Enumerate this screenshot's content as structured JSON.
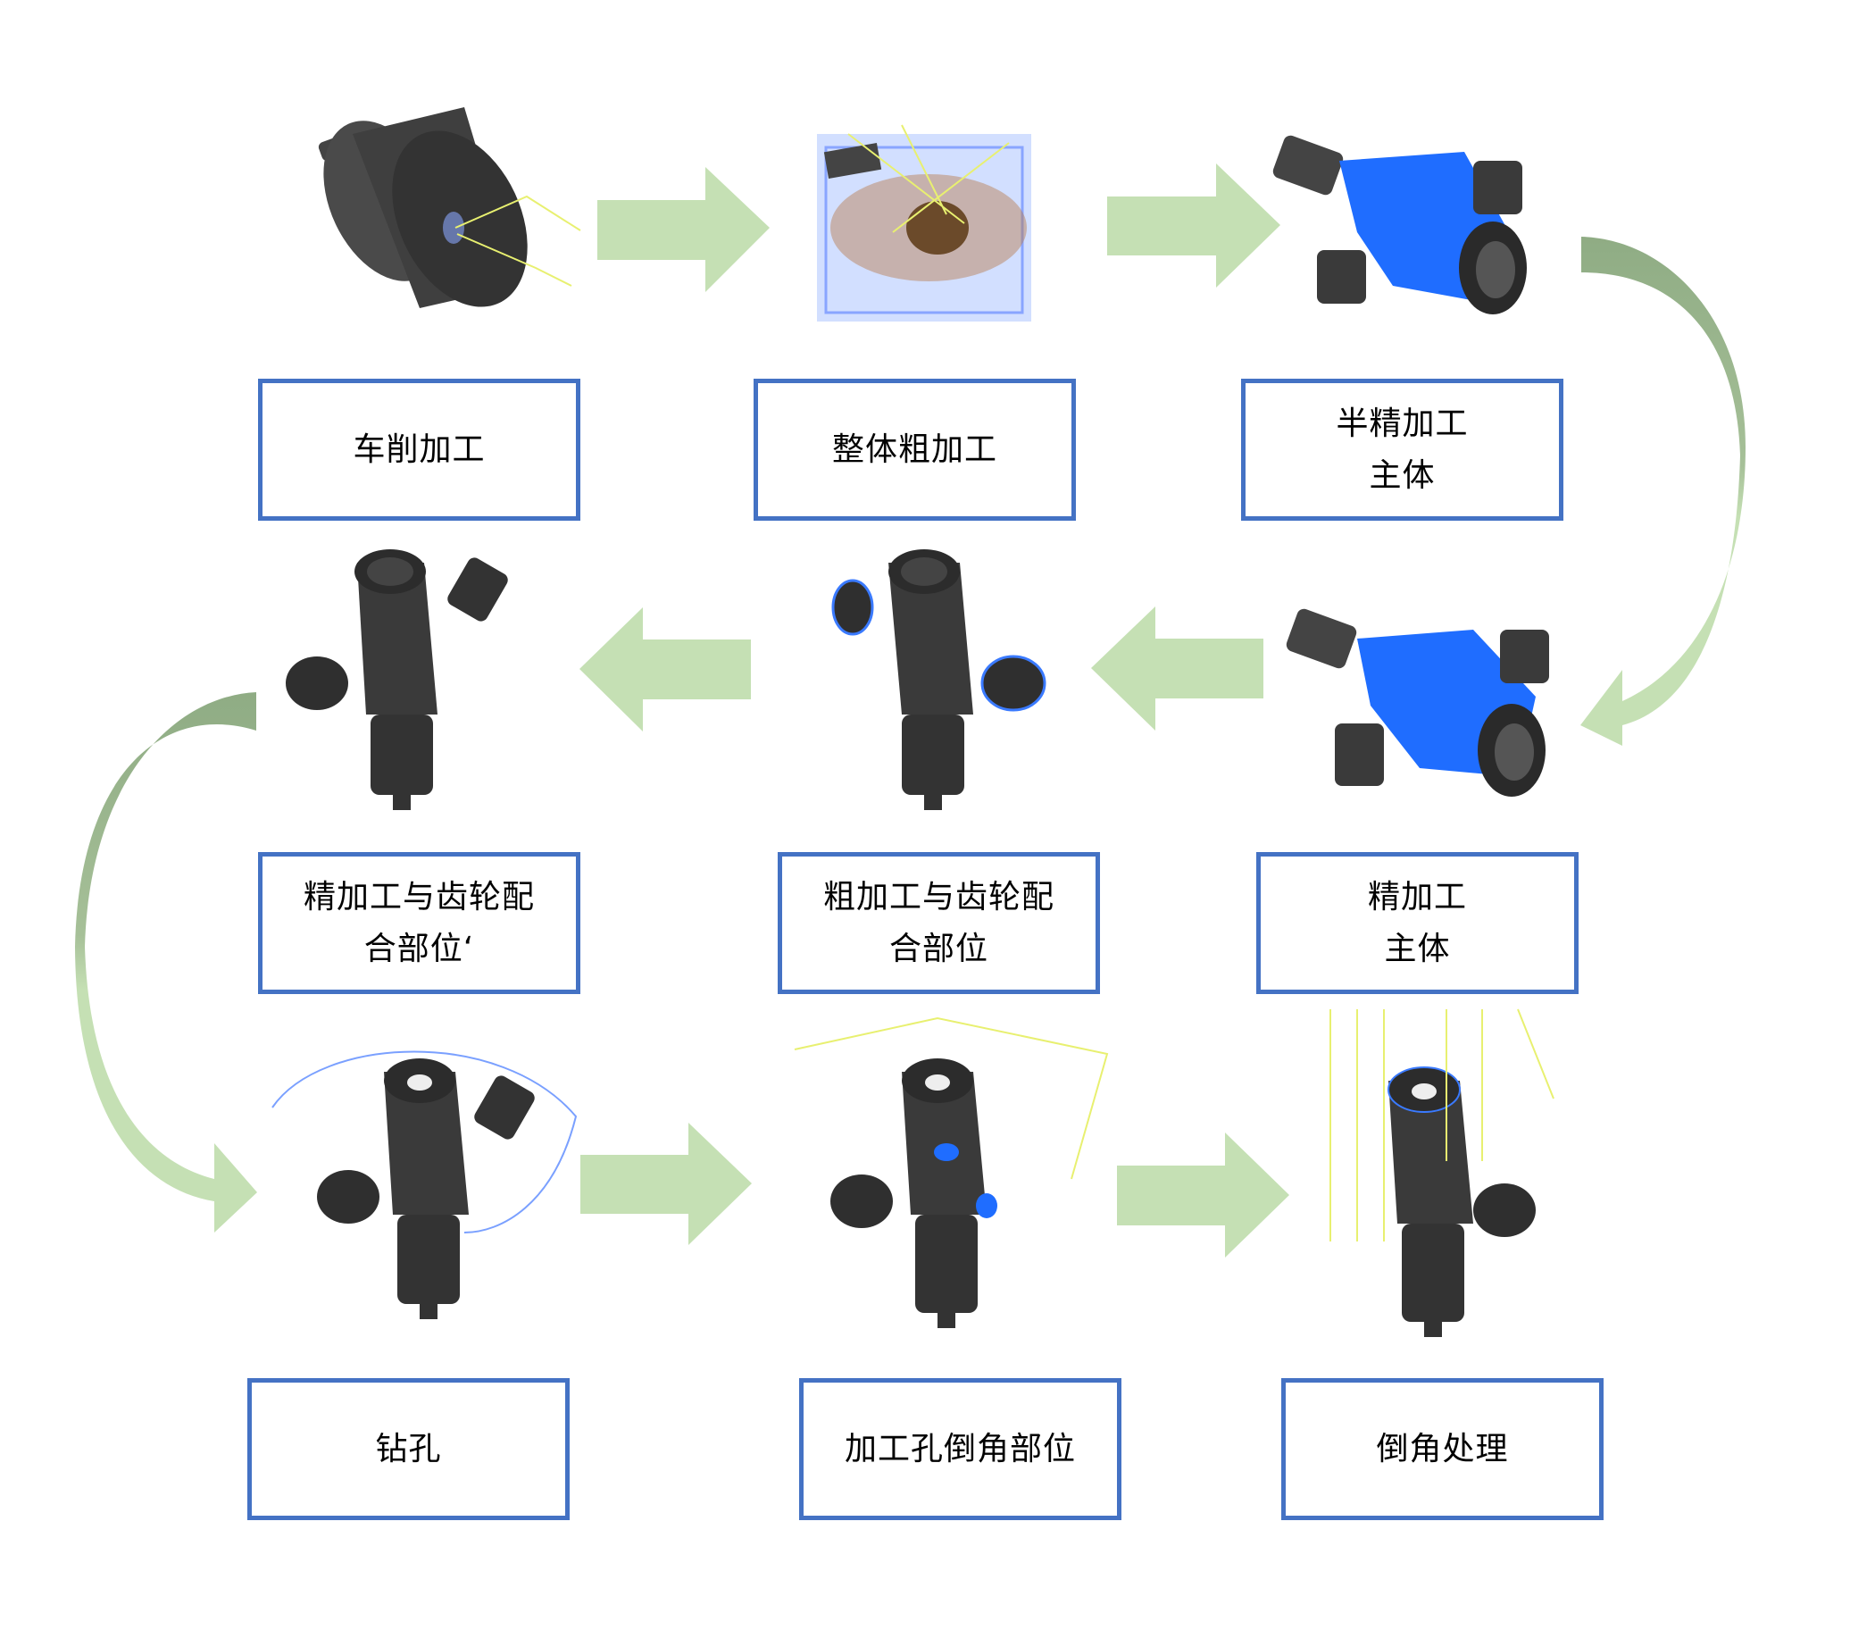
{
  "diagram": {
    "title": "",
    "colors": {
      "box_border": "#4472c4",
      "arrow_light": "#c5e0b4",
      "arrow_dark": "#8fac84",
      "part_body": "#3a3a3a",
      "toolpath_blue": "#1a6cff",
      "toolpath_yellow": "#f0f060"
    },
    "steps": [
      {
        "lines": [
          "车削加工"
        ],
        "icon": "lathe-cylinder-part"
      },
      {
        "lines": [
          "整体粗加工"
        ],
        "icon": "rough-milling-stock"
      },
      {
        "lines": [
          "半精加工",
          "主体"
        ],
        "icon": "semi-finish-body-part"
      },
      {
        "lines": [
          "精加工",
          "主体"
        ],
        "icon": "finish-body-part"
      },
      {
        "lines": [
          "粗加工与齿轮配",
          "合部位"
        ],
        "icon": "rough-gear-fit-part"
      },
      {
        "lines": [
          "精加工与齿轮配",
          "合部位‘"
        ],
        "icon": "finish-gear-fit-part"
      },
      {
        "lines": [
          "钻孔"
        ],
        "icon": "drilling-part"
      },
      {
        "lines": [
          "加工孔倒角部位"
        ],
        "icon": "hole-chamfer-part"
      },
      {
        "lines": [
          "倒角处理"
        ],
        "icon": "chamfer-finish-part"
      }
    ]
  }
}
